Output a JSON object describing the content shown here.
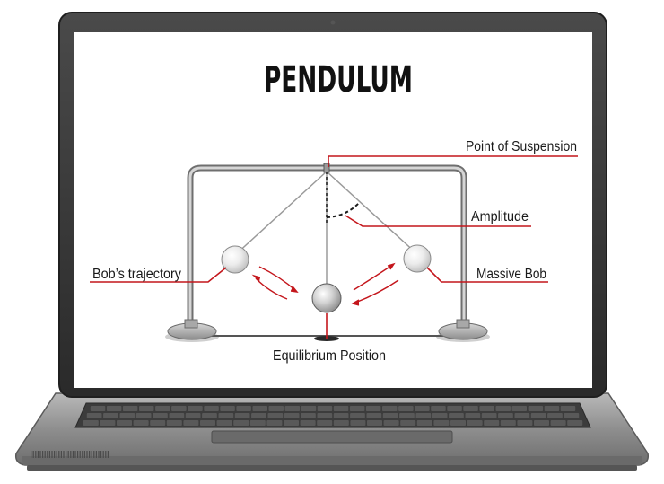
{
  "diagram": {
    "title": "PENDULUM",
    "labels": {
      "point_of_suspension": "Point of Suspension",
      "amplitude": "Amplitude",
      "bobs_trajectory": "Bob’s trajectory",
      "massive_bob": "Massive Bob",
      "equilibrium_position": "Equilibrium Position"
    }
  },
  "colors": {
    "callout": "#c4161c",
    "frame": "#3a3a3a",
    "screen": "#ffffff",
    "chassis": "#8a8a8a",
    "text": "#1a1a1a"
  },
  "icons": [
    "laptop",
    "pendulum",
    "bob",
    "stand"
  ]
}
